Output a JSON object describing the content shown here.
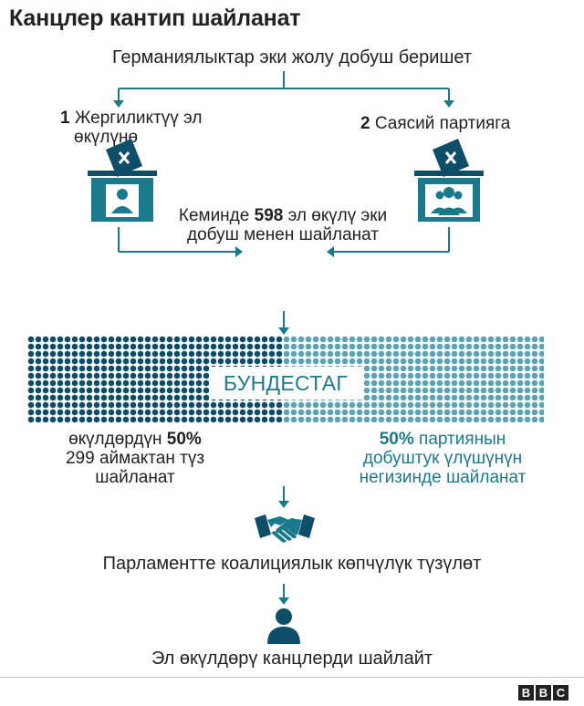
{
  "title": "Канцлер кантип шайланат",
  "subtitle": "Германиялыктар эки жолу добуш беришет",
  "left_vote": {
    "number": "1",
    "label_line1": "Жергиликтүү эл",
    "label_line2": "өкүлүнө"
  },
  "right_vote": {
    "number": "2",
    "label": "Саясий партияга"
  },
  "elect": {
    "line1_pre": "Кеминде ",
    "line1_num": "598",
    "line1_post": " эл өкүлү эки",
    "line2": "добуш менен шайланат"
  },
  "bundestag_label": "БУНДЕСТАГ",
  "left_share": {
    "line1_pre": "өкүлдөрдүн ",
    "line1_pct": "50%",
    "line2": "299 аймактан түз",
    "line3": "шайланат"
  },
  "right_share": {
    "line1_pct": "50%",
    "line1_post": " партиянын",
    "line2": "добуштук үлүшүнүн",
    "line3": "негизинде шайланат"
  },
  "coalition": "Парламентте коалициялык көпчүлүк түзүлөт",
  "chancellor": "Эл өкүлдөрү канцлерди шайлайт",
  "brand": [
    "B",
    "B",
    "C"
  ],
  "colors": {
    "dark": "#0e4e68",
    "teal": "#1a7a8c",
    "teal_light": "#5aa5b3",
    "arrow": "#1a7a8c"
  }
}
